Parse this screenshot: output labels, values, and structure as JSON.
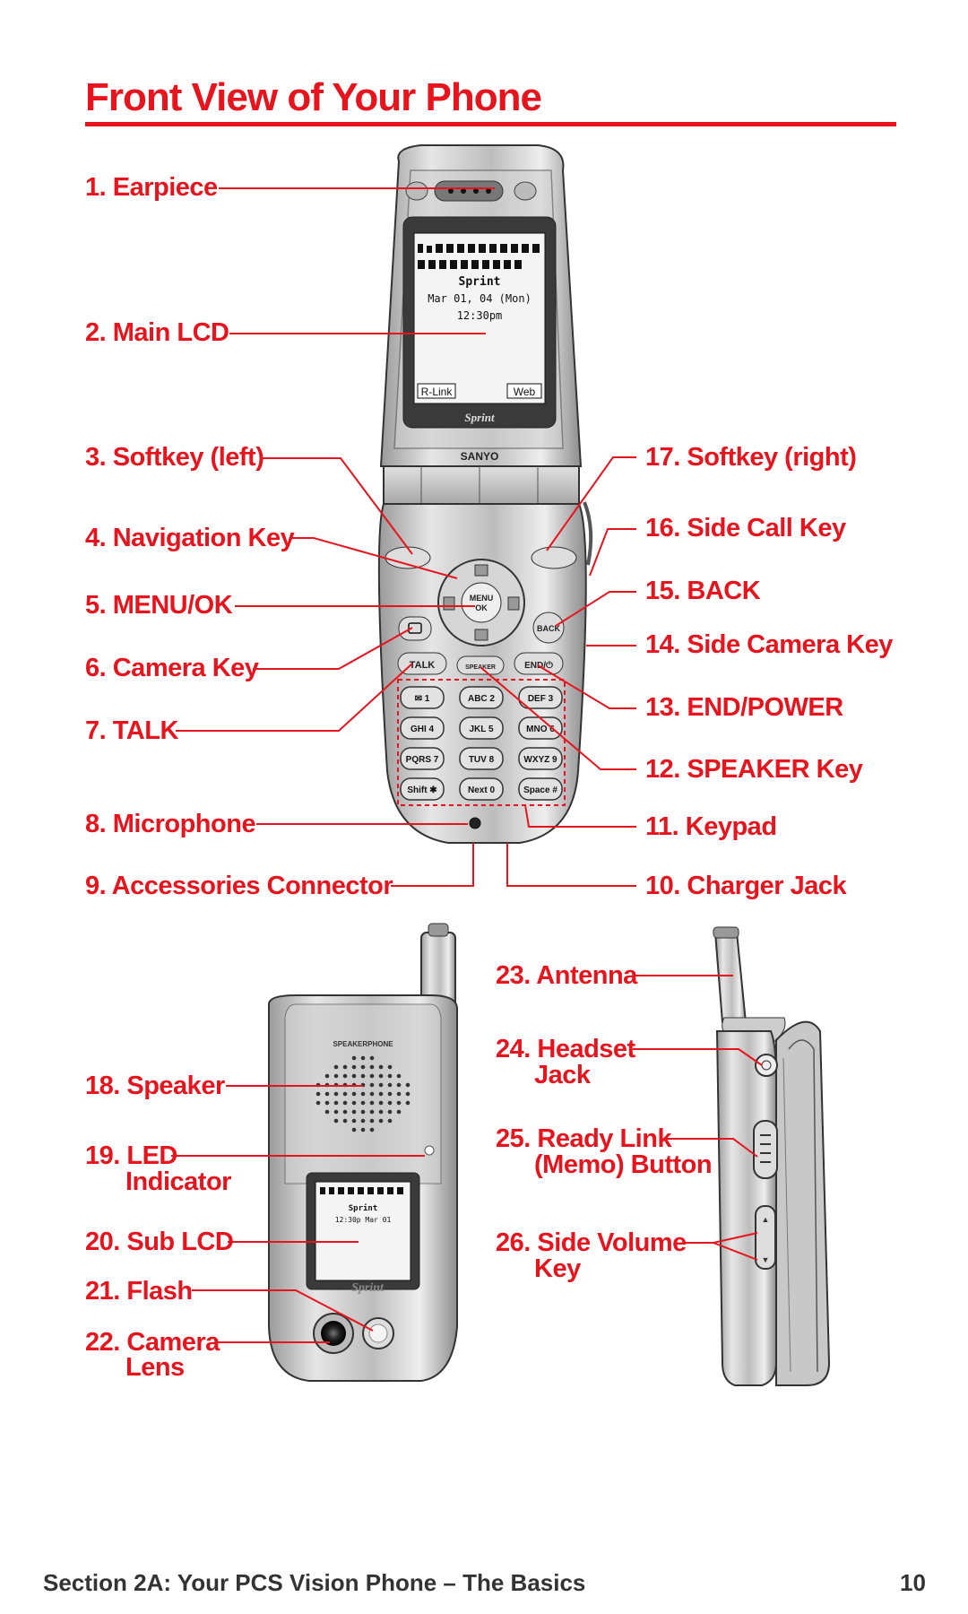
{
  "page": {
    "title": "Front View of Your Phone",
    "footer_section": "Section 2A: Your PCS Vision Phone – The Basics",
    "page_number": "10"
  },
  "phone_screen": {
    "carrier": "Sprint",
    "date": "Mar 01, 04 (Mon)",
    "time": "12:30pm",
    "softkey_left": "R-Link",
    "softkey_right": "Web",
    "brand_logo": "Sprint",
    "maker": "SANYO"
  },
  "keys": {
    "menu": "MENU",
    "ok": "OK",
    "back": "BACK",
    "talk": "TALK",
    "speaker": "SPEAKER",
    "end": "END/⏻",
    "row1": [
      "✉ 1",
      "ABC 2",
      "DEF 3"
    ],
    "row2": [
      "GHI 4",
      "JKL 5",
      "MNO 6"
    ],
    "row3": [
      "PQRS 7",
      "TUV 8",
      "WXYZ 9"
    ],
    "row4": [
      "Shift ✱",
      "Next 0",
      "Space #"
    ]
  },
  "back_phone": {
    "speakerphone": "SPEAKERPHONE",
    "sub_carrier": "Sprint",
    "sub_time": "12:30p Mar 01",
    "logo": "Sprint"
  },
  "labels_left": [
    "1. Earpiece",
    "2. Main LCD",
    "3. Softkey (left)",
    "4. Navigation Key",
    "5. MENU/OK",
    "6. Camera Key",
    "7. TALK",
    "8. Microphone",
    "9. Accessories Connector"
  ],
  "labels_right": [
    "17. Softkey (right)",
    "16. Side Call Key",
    "15. BACK",
    "14. Side Camera Key",
    "13. END/POWER",
    "12. SPEAKER Key",
    "11. Keypad",
    "10. Charger Jack"
  ],
  "labels_back": [
    "18. Speaker",
    "19. LED",
    "Indicator",
    "20. Sub LCD",
    "21. Flash",
    "22. Camera",
    "Lens"
  ],
  "labels_side": [
    "23. Antenna",
    "24. Headset",
    "Jack",
    "25. Ready Link",
    "(Memo) Button",
    "26. Side Volume",
    "Key"
  ]
}
